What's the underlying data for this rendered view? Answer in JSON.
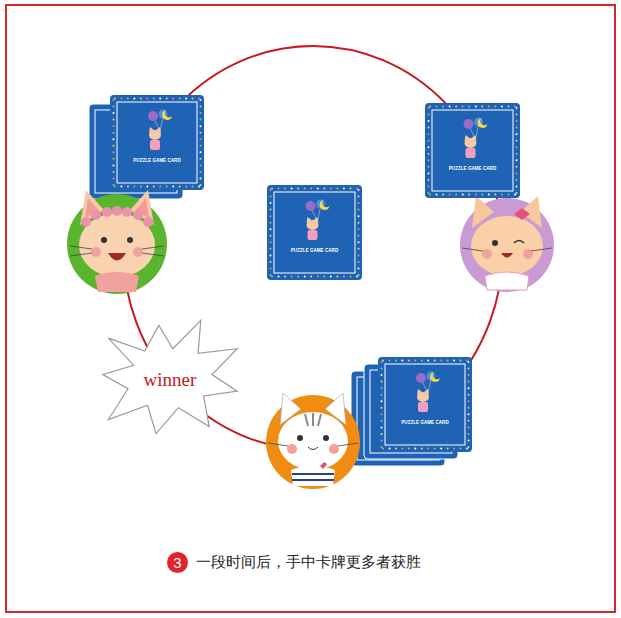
{
  "diagram": {
    "caption": "一段时间后，手中卡牌更多者获胜",
    "nodes": [
      {
        "text": [
          "PUZZLE GAME CARD"
        ]
      },
      {
        "text": [
          "PUZZLE GAME CARD"
        ]
      },
      {
        "text": [
          "PUZZLE GAME CARD"
        ]
      },
      {
        "text": [
          "winner"
        ]
      },
      {
        "text": [
          "PUZZLE GAME CARD"
        ]
      }
    ],
    "labels": [
      "3"
    ]
  }
}
